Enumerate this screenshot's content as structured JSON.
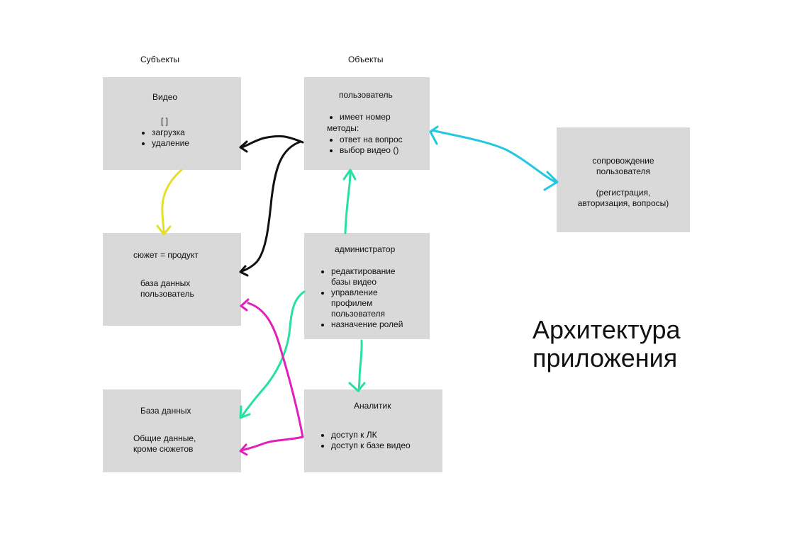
{
  "headers": {
    "subjects": "Субъекты",
    "objects": "Объекты"
  },
  "title": "Архитектура приложения",
  "boxes": {
    "video": {
      "title": "Видео",
      "bracket": "[ ]",
      "items": [
        "загрузка",
        "удаление"
      ]
    },
    "user": {
      "title": "пользователь",
      "items_top": [
        "имеет номер"
      ],
      "methods_label": "методы:",
      "items_methods": [
        "ответ на вопрос",
        "выбор видео ()"
      ]
    },
    "support": {
      "line1": "сопровождение",
      "line2": "пользователя",
      "line3": "(регистрация,",
      "line4": "авторизация, вопросы)"
    },
    "plot": {
      "title": "сюжет = продукт",
      "line1": "база данных",
      "line2": "пользователь"
    },
    "admin": {
      "title": "администратор",
      "items": [
        "редактирование базы видео",
        "управление профилем пользователя",
        "назначение ролей"
      ]
    },
    "db": {
      "title": "База данных",
      "line1": "Общие данные,",
      "line2": "кроме сюжетов"
    },
    "analyst": {
      "title": "Аналитик",
      "items": [
        "доступ к ЛК",
        "доступ к базе видео"
      ]
    }
  },
  "colors": {
    "box_fill": "#d9d9d9",
    "black_arrow": "#111111",
    "yellow_arrow": "#e3e02a",
    "cyan_arrow": "#22c8e0",
    "green_arrow": "#28e0a0",
    "magenta_arrow": "#e020b8"
  }
}
